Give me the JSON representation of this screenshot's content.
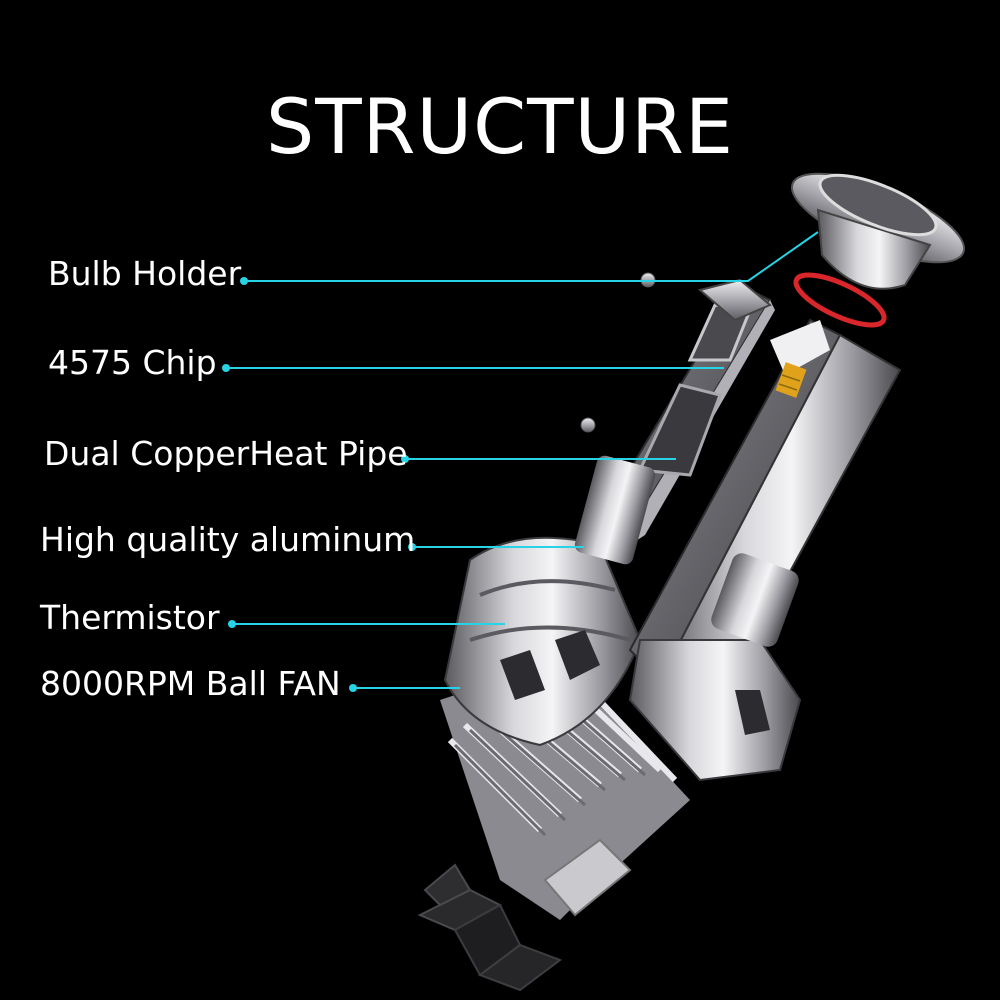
{
  "title": "STRUCTURE",
  "labels": {
    "bulb_holder": "Bulb Holder",
    "chip": "4575 Chip",
    "heat_pipe": "Dual CopperHeat Pipe",
    "aluminum": "High quality aluminum",
    "thermistor": "Thermistor",
    "fan": "8000RPM Ball FAN"
  },
  "colors": {
    "background": "#000000",
    "leader_line": "#27d3e6",
    "text": "#ffffff",
    "seal_ring": "#d8262a",
    "chip": "#e0a21a"
  }
}
